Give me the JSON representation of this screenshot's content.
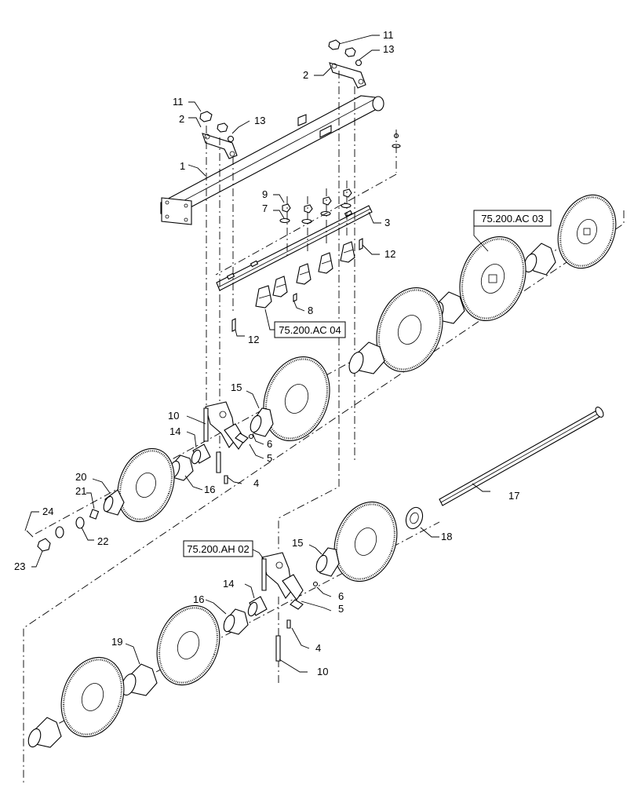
{
  "labels": {
    "n1": "1",
    "n2a": "2",
    "n2b": "2",
    "n3": "3",
    "n4a": "4",
    "n4b": "4",
    "n5a": "5",
    "n5b": "5",
    "n6a": "6",
    "n6b": "6",
    "n7": "7",
    "n8": "8",
    "n9": "9",
    "n10a": "10",
    "n10b": "10",
    "n11a": "11",
    "n11b": "11",
    "n12a": "12",
    "n12b": "12",
    "n13a": "13",
    "n13b": "13",
    "n14a": "14",
    "n14b": "14",
    "n15a": "15",
    "n15b": "15",
    "n16a": "16",
    "n16b": "16",
    "n17": "17",
    "n18": "18",
    "n19": "19",
    "n20": "20",
    "n21": "21",
    "n22": "22",
    "n23": "23",
    "n24": "24"
  },
  "references": {
    "ac03": "75.200.AC 03",
    "ac04": "75.200.AC 04",
    "ah02": "75.200.AH 02"
  }
}
